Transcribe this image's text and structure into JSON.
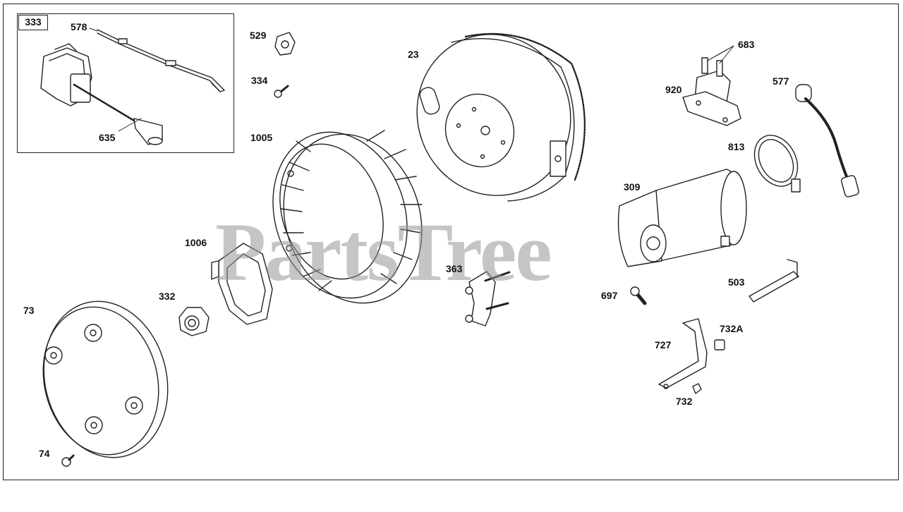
{
  "watermark": "PartsTree",
  "inset": {
    "callout": "333"
  },
  "callouts": {
    "c333": "333",
    "c578": "578",
    "c635": "635",
    "c529": "529",
    "c334": "334",
    "c1005": "1005",
    "c23": "23",
    "c683": "683",
    "c920": "920",
    "c577": "577",
    "c813": "813",
    "c309": "309",
    "c1006": "1006",
    "c363": "363",
    "c503": "503",
    "c332": "332",
    "c73": "73",
    "c697": "697",
    "c727": "727",
    "c732A": "732A",
    "c732": "732",
    "c74": "74"
  },
  "colors": {
    "line": "#222222",
    "fill": "#ffffff",
    "shade": "#cccccc",
    "watermark": "#969696"
  }
}
